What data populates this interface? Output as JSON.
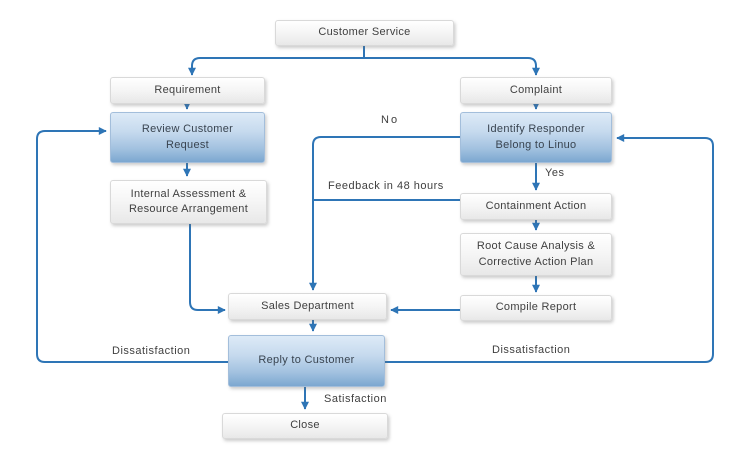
{
  "diagram": {
    "nodes": {
      "customer_service": {
        "label": "Customer Service",
        "type": "gray"
      },
      "requirement": {
        "label": "Requirement",
        "type": "gray"
      },
      "review_customer_request": {
        "label": "Review Customer Request",
        "type": "blue"
      },
      "internal_assessment": {
        "label": "Internal Assessment & Resource Arrangement",
        "type": "gray"
      },
      "complaint": {
        "label": "Complaint",
        "type": "gray"
      },
      "identify_responder": {
        "label": "Identify Responder Belong to Linuo",
        "type": "blue"
      },
      "containment_action": {
        "label": "Containment Action",
        "type": "gray"
      },
      "root_cause": {
        "label": "Root Cause Analysis & Corrective Action Plan",
        "type": "gray"
      },
      "compile_report": {
        "label": "Compile Report",
        "type": "gray"
      },
      "sales_department": {
        "label": "Sales Department",
        "type": "gray"
      },
      "reply_to_customer": {
        "label": "Reply to Customer",
        "type": "blue"
      },
      "close": {
        "label": "Close",
        "type": "gray"
      }
    },
    "edge_labels": {
      "no": "No",
      "yes": "Yes",
      "feedback": "Feedback in 48 hours",
      "satisfaction": "Satisfaction",
      "dissatisfaction_left": "Dissatisfaction",
      "dissatisfaction_right": "Dissatisfaction"
    },
    "colors": {
      "connector": "#2E75B6",
      "gray_node_top": "#FFFFFF",
      "gray_node_bottom": "#E8E8E8",
      "blue_node_top": "#DDEAF7",
      "blue_node_bottom": "#7CA7D0",
      "text": "#404040"
    }
  }
}
